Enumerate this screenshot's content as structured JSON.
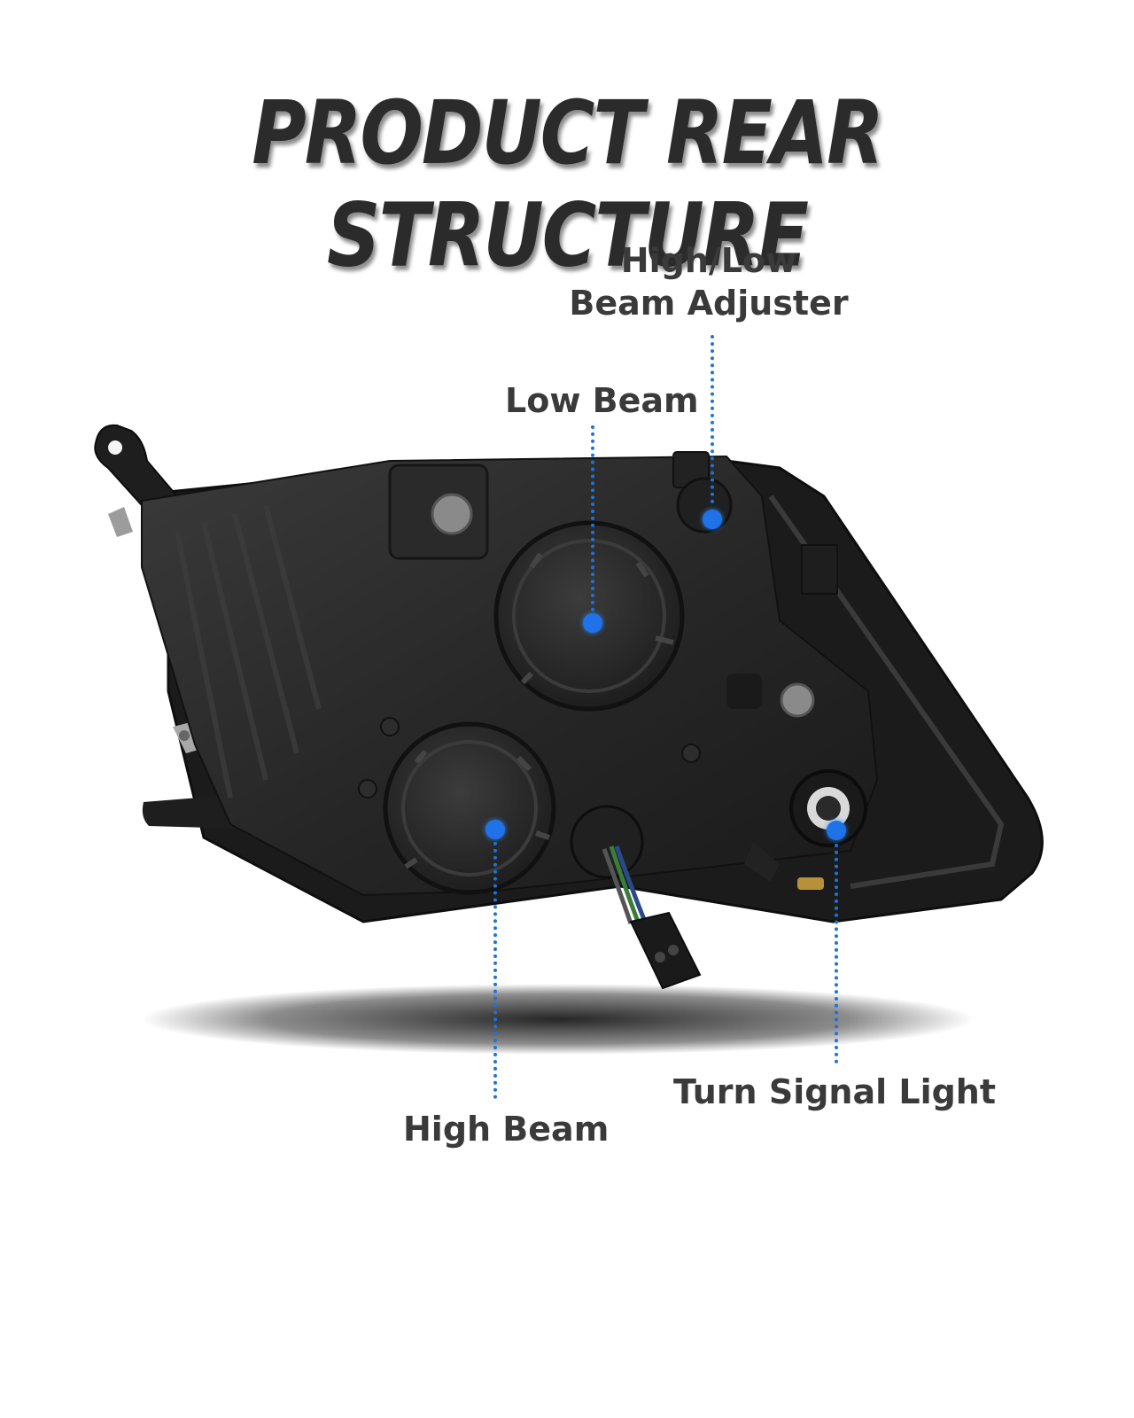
{
  "title": "PRODUCT REAR STRUCTURE",
  "labels": {
    "adjuster_line1": "High/Low",
    "adjuster_line2": "Beam Adjuster",
    "low_beam": "Low Beam",
    "high_beam": "High Beam",
    "turn_signal": "Turn Signal Light"
  },
  "colors": {
    "accent": "#1f72e8",
    "text": "#3a3a3a",
    "title": "#2b2b2b"
  }
}
